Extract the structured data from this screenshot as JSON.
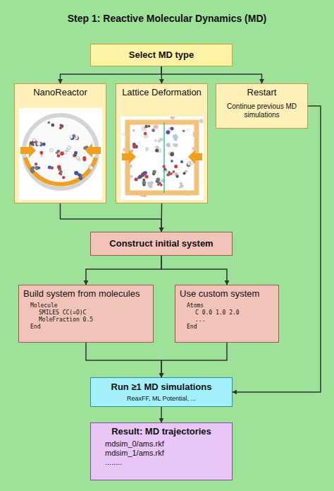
{
  "diagram": {
    "title": "Step 1: Reactive Molecular Dynamics (MD)",
    "nodes": [
      {
        "text": [
          "Select MD type"
        ]
      },
      {
        "text": [
          "NanoReactor"
        ]
      },
      {
        "text": [
          "Lattice Deformation"
        ]
      },
      {
        "text": [
          "Restart",
          "Continue previous MD simulations"
        ]
      },
      {
        "text": [
          "Construct initial system"
        ]
      },
      {
        "text": [
          "Build system from molecules",
          "Molecule",
          "SMILES CC(=O)C",
          "MoleFraction 0.5",
          "End"
        ]
      },
      {
        "text": [
          "Use custom system",
          "Atoms",
          "C 0.0 1.0 2.0",
          "...",
          "End"
        ]
      },
      {
        "text": [
          "Run ≥1 MD simulations",
          "ReaxFF, ML Potential, ..."
        ]
      },
      {
        "text": [
          "Result: MD trajectories",
          "mdsim_0/ams.rkf",
          "mdsim_1/ams.rkf",
          "........"
        ]
      }
    ],
    "edges": [
      {
        "from": 0,
        "to": 1,
        "arrow": "to"
      },
      {
        "from": 0,
        "to": 2,
        "arrow": "to"
      },
      {
        "from": 0,
        "to": 3,
        "arrow": "to"
      },
      {
        "from": 1,
        "to": 4,
        "arrow": "to"
      },
      {
        "from": 2,
        "to": 4,
        "arrow": "to"
      },
      {
        "from": 4,
        "to": 5,
        "arrow": "to"
      },
      {
        "from": 4,
        "to": 6,
        "arrow": "to"
      },
      {
        "from": 5,
        "to": 7,
        "arrow": "to"
      },
      {
        "from": 6,
        "to": 7,
        "arrow": "to"
      },
      {
        "from": 3,
        "to": 7,
        "arrow": "to"
      },
      {
        "from": 7,
        "to": 8,
        "arrow": "to"
      }
    ]
  }
}
